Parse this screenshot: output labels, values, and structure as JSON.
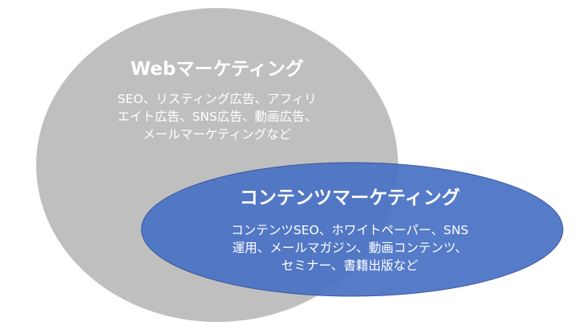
{
  "colors": {
    "web_circle": "#bfbfbf",
    "content_ellipse": "#4a72c5",
    "content_ellipse_stroke": "#2f4f99",
    "text": "#ffffff"
  },
  "web_marketing": {
    "title": "Webマーケティング",
    "lines": [
      "SEO、リスティング広告、アフィリ",
      "エイト広告、SNS広告、動画広告、",
      "メールマーケティングなど"
    ]
  },
  "content_marketing": {
    "title": "コンテンツマーケティング",
    "lines": [
      "コンテンツSEO、ホワイトペーパー、SNS",
      "運用、メールマガジン、動画コンテンツ、",
      "セミナー、書籍出版など"
    ]
  }
}
